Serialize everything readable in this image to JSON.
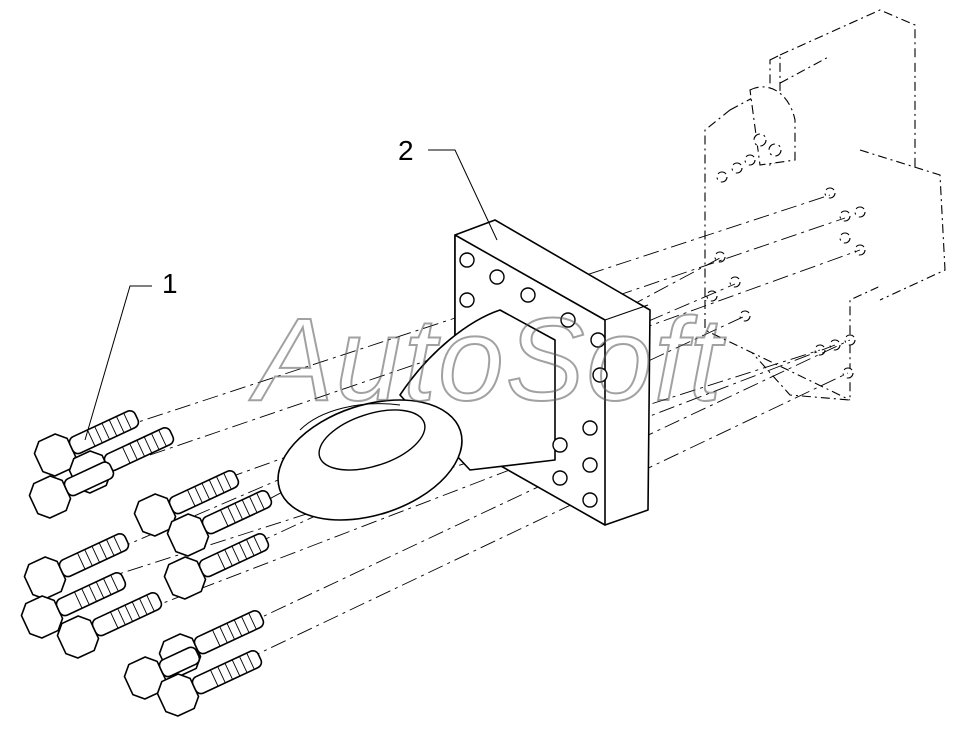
{
  "diagram": {
    "callouts": [
      {
        "id": "1",
        "label": "1"
      },
      {
        "id": "2",
        "label": "2"
      }
    ],
    "watermark": "AutoSoft"
  }
}
